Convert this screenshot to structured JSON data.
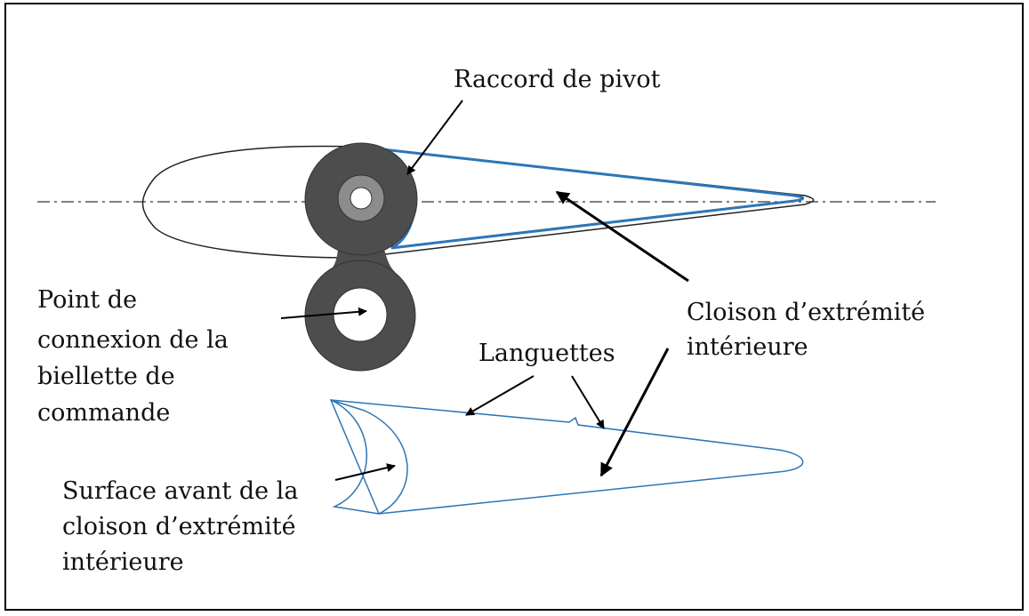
{
  "labels": {
    "pivot_fitting": "Raccord de pivot",
    "control_rod_connection": [
      "Point de",
      "connexion de la",
      "biellette de",
      "commande"
    ],
    "inboard_end_bulkhead": [
      "Cloison d’extrémité",
      "intérieure"
    ],
    "tabs": "Languettes",
    "bulkhead_front_surface": [
      "Surface avant de la",
      "cloison d’extrémité",
      "intérieure"
    ]
  },
  "colors": {
    "outline": "#222222",
    "bulkhead": "#2e75b6",
    "fitting_fill": "#4d4d4d",
    "bushing_fill": "#8c8c8c",
    "arrow": "#000000"
  }
}
